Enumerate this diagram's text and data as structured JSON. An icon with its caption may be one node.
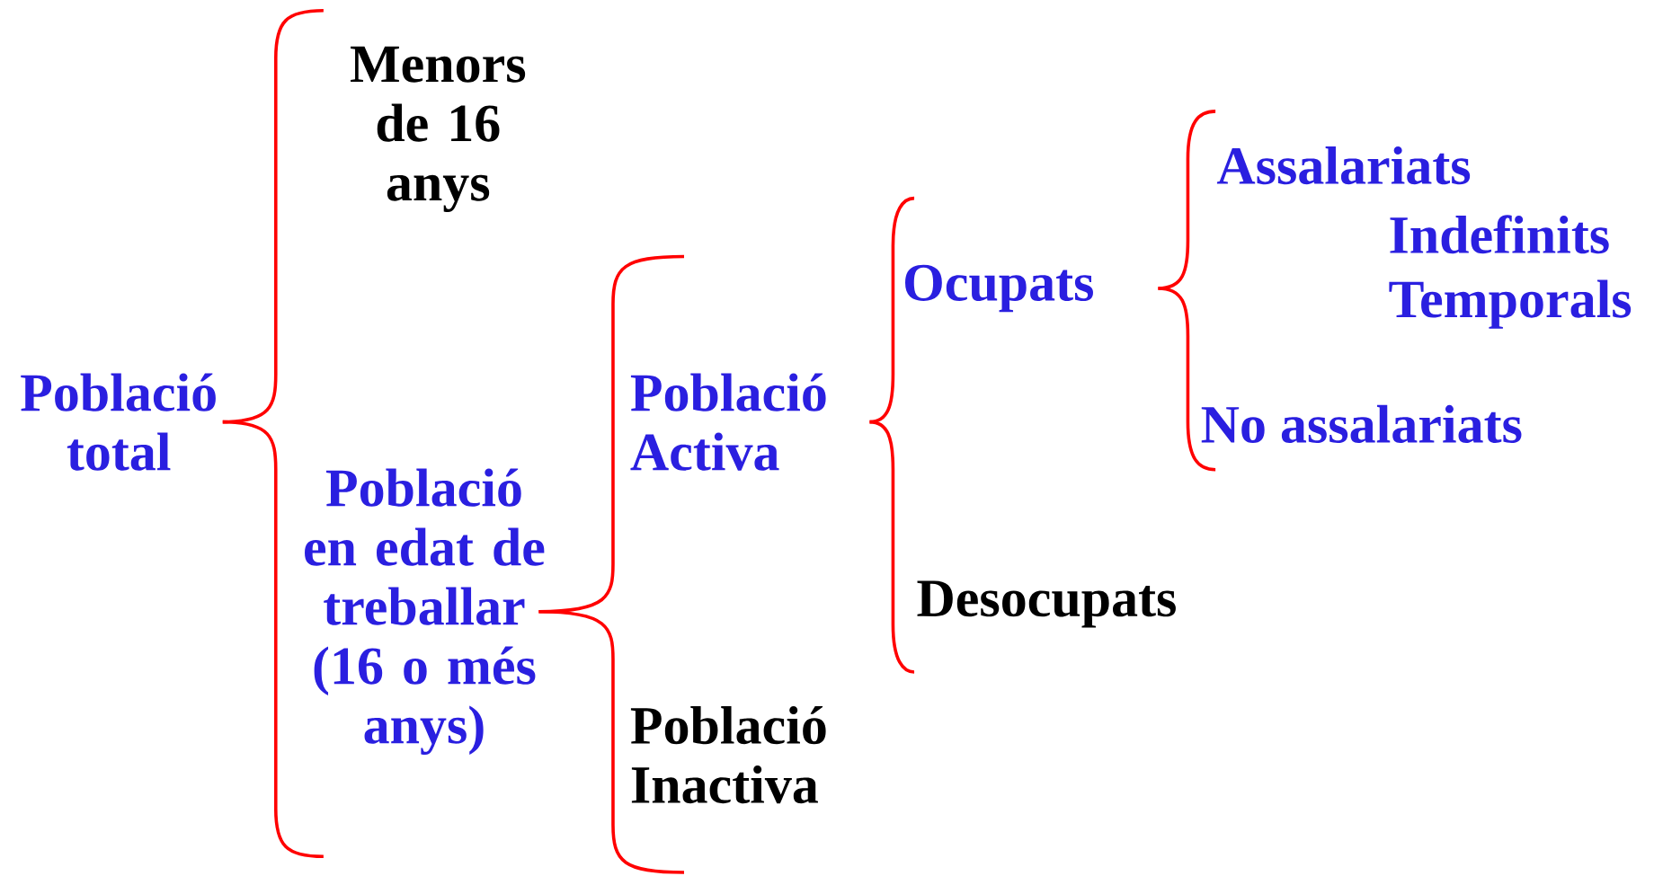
{
  "diagram": {
    "nodes": [
      {
        "text": [
          "Població total"
        ]
      },
      {
        "text": [
          "Menors de 16 anys"
        ]
      },
      {
        "text": [
          "Població en edat de treballar (16 o més anys)"
        ]
      },
      {
        "text": [
          "Població Activa"
        ]
      },
      {
        "text": [
          "Població Inactiva"
        ]
      },
      {
        "text": [
          "Ocupats"
        ]
      },
      {
        "text": [
          "Desocupats"
        ]
      },
      {
        "text": [
          "Assalariats"
        ]
      },
      {
        "text": [
          "Indefinits"
        ]
      },
      {
        "text": [
          "Temporals"
        ]
      },
      {
        "text": [
          "No assalariats"
        ]
      }
    ],
    "edges": [
      {
        "from": 0,
        "to": 1,
        "arrow": "none"
      },
      {
        "from": 0,
        "to": 2,
        "arrow": "none"
      },
      {
        "from": 2,
        "to": 3,
        "arrow": "none"
      },
      {
        "from": 2,
        "to": 4,
        "arrow": "none"
      },
      {
        "from": 3,
        "to": 5,
        "arrow": "none"
      },
      {
        "from": 3,
        "to": 6,
        "arrow": "none"
      },
      {
        "from": 5,
        "to": 7,
        "arrow": "none"
      },
      {
        "from": 5,
        "to": 10,
        "arrow": "none"
      }
    ]
  }
}
